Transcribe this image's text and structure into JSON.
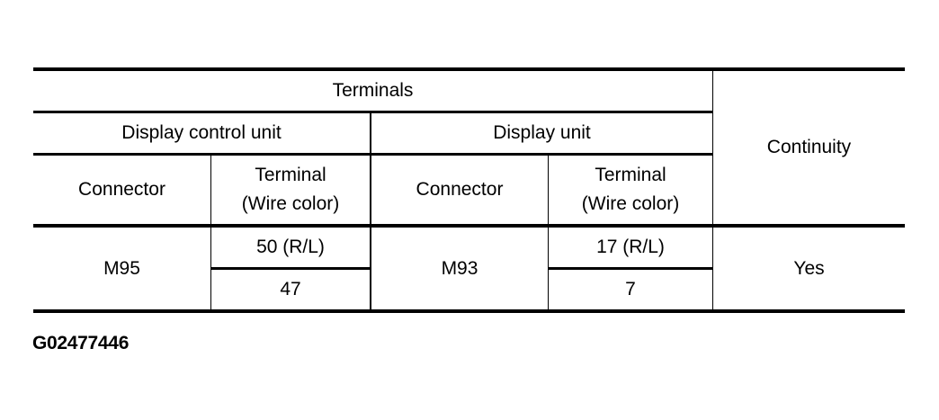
{
  "table": {
    "header": {
      "group_title": "Terminals",
      "left_group": "Display control unit",
      "right_group": "Display unit",
      "continuity": "Continuity",
      "columns": [
        {
          "line1": "Connector"
        },
        {
          "line1": "Terminal",
          "line2": "(Wire color)"
        },
        {
          "line1": "Connector"
        },
        {
          "line1": "Terminal",
          "line2": "(Wire color)"
        }
      ]
    },
    "rows": [
      {
        "dcu_connector": "M95",
        "dcu_terminals": [
          "50 (R/L)",
          "47"
        ],
        "du_connector": "M93",
        "du_terminals": [
          "17 (R/L)",
          "7"
        ],
        "continuity": "Yes"
      }
    ]
  },
  "figure_id": "G02477446"
}
